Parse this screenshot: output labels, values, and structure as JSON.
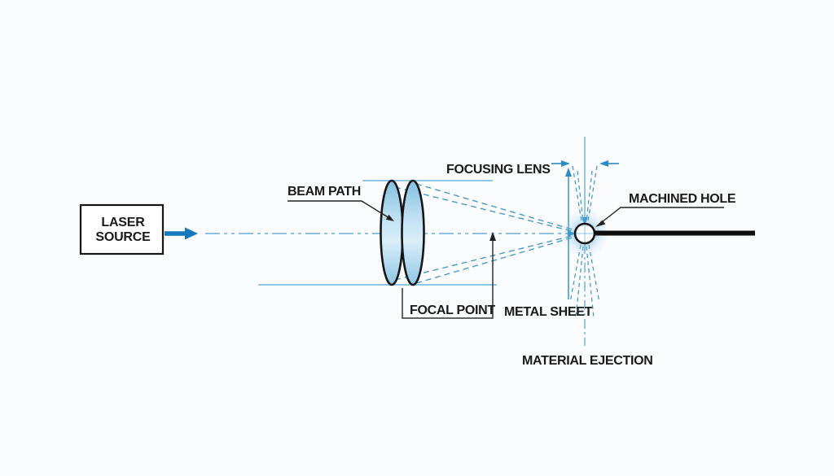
{
  "diagram": {
    "subject": "Laser beam machining schematic showing a laser source, focusing lenses, focal point on a metal sheet, machined hole and material ejection",
    "labels": {
      "laser_source": [
        "LASER",
        "SOURCE"
      ],
      "beam_path": "BEAM PATH",
      "focusing_lens": "FOCUSING LENS",
      "focal_point": "FOCAL POINT",
      "metal_sheet": "METAL SHEET",
      "material_ejection": "MATERIAL EJECTION",
      "machined_hole": "MACHINED HOLE"
    },
    "colors": {
      "background": "#fbfcfe",
      "laser_beam_blue": "#1478bc",
      "guide_line_blue": "#6cb0d8",
      "dashed_ray_blue": "#4a9bc6",
      "dimension_blue": "#2a8cc5",
      "lens_fill_light": "#d9eef9",
      "lens_fill_dark": "#84bfe1",
      "hole_glow_blue": "#6cb5e4",
      "outline_black": "#141414",
      "label_text": "#1a1a1a",
      "sheet_black": "#0d0d0d"
    }
  }
}
